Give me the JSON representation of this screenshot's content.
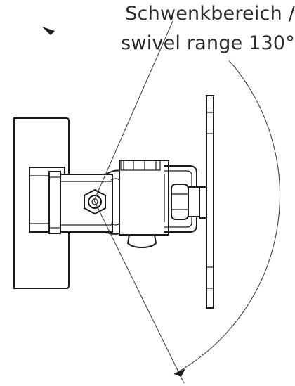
{
  "annotation": {
    "line1": "Schwenkbereich /",
    "line2": "swivel range 130°"
  },
  "swivel_range_degrees": 130,
  "colors": {
    "line": "#1a1a1a",
    "text": "#2a2a2a",
    "background": "#ffffff"
  }
}
